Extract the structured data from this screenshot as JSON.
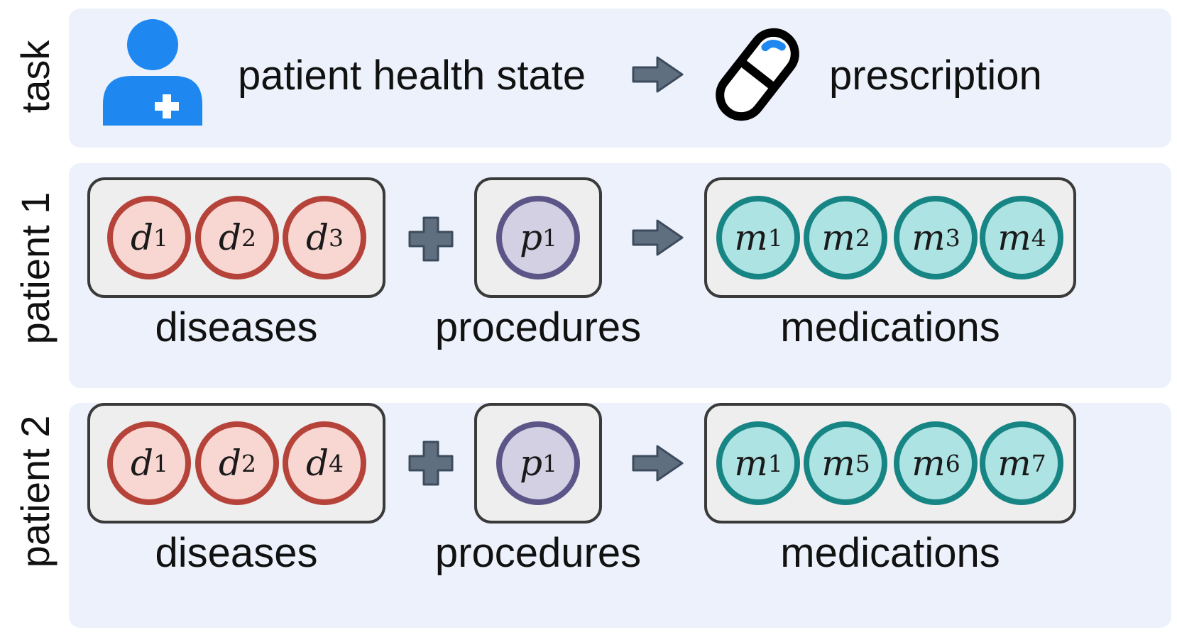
{
  "task": {
    "label": "task",
    "input": "patient health state",
    "output": "prescription",
    "icons": [
      "patient-icon",
      "arrow-right-icon",
      "pill-icon"
    ]
  },
  "patients": [
    {
      "label": "patient 1",
      "diseases": {
        "caption": "diseases",
        "items": [
          {
            "sym": "d",
            "sub": "1"
          },
          {
            "sym": "d",
            "sub": "2"
          },
          {
            "sym": "d",
            "sub": "3"
          }
        ]
      },
      "procedures": {
        "caption": "procedures",
        "items": [
          {
            "sym": "p",
            "sub": "1"
          }
        ]
      },
      "medications": {
        "caption": "medications",
        "items": [
          {
            "sym": "m",
            "sub": "1"
          },
          {
            "sym": "m",
            "sub": "2"
          },
          {
            "sym": "m",
            "sub": "3"
          },
          {
            "sym": "m",
            "sub": "4"
          }
        ]
      }
    },
    {
      "label": "patient 2",
      "diseases": {
        "caption": "diseases",
        "items": [
          {
            "sym": "d",
            "sub": "1"
          },
          {
            "sym": "d",
            "sub": "2"
          },
          {
            "sym": "d",
            "sub": "4"
          }
        ]
      },
      "procedures": {
        "caption": "procedures",
        "items": [
          {
            "sym": "p",
            "sub": "1"
          }
        ]
      },
      "medications": {
        "caption": "medications",
        "items": [
          {
            "sym": "m",
            "sub": "1"
          },
          {
            "sym": "m",
            "sub": "5"
          },
          {
            "sym": "m",
            "sub": "6"
          },
          {
            "sym": "m",
            "sub": "7"
          }
        ]
      }
    }
  ],
  "colors": {
    "panel_bg": "#ecf1fb",
    "disease": "#b5433a",
    "procedure": "#5b5687",
    "medication": "#178584",
    "patient_icon": "#1e87f0",
    "arrow": "#5f6f80"
  }
}
